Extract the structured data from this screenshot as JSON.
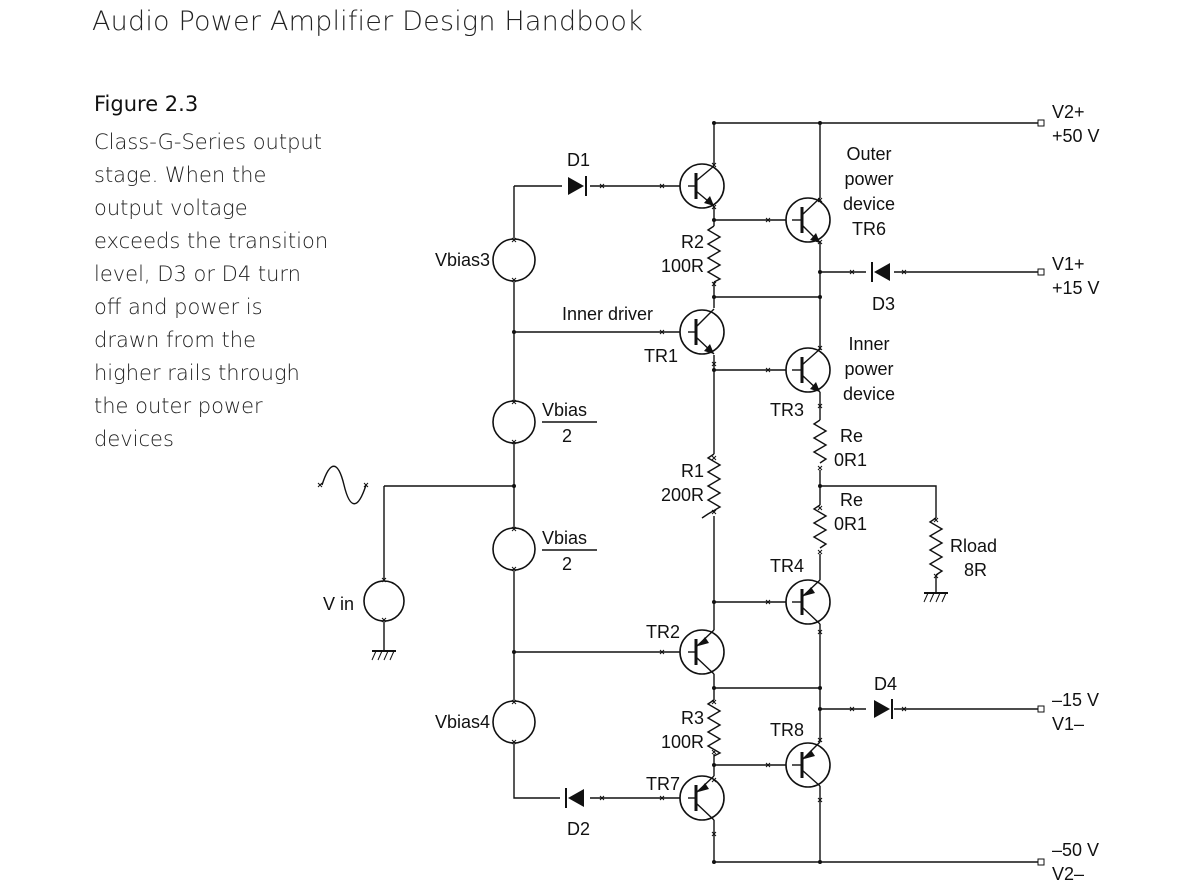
{
  "header": {
    "title": "Audio Power Amplifier Design Handbook"
  },
  "figure": {
    "label": "Figure 2.3",
    "caption_lines": [
      "Class-G-Series output",
      "stage. When the",
      "output voltage",
      "exceeds the transition",
      "level, D3 or D4 turn",
      "off and power is",
      "drawn from the",
      "higher rails through",
      "the outer power",
      "devices"
    ]
  },
  "diagram": {
    "rails": {
      "v2_plus": {
        "name": "V2+",
        "voltage": "+50 V"
      },
      "v1_plus": {
        "name": "V1+",
        "voltage": "+15 V"
      },
      "v1_minus": {
        "voltage": "–15 V",
        "name": "V1–"
      },
      "v2_minus": {
        "voltage": "–50 V",
        "name": "V2–"
      }
    },
    "diodes": {
      "d1": "D1",
      "d2": "D2",
      "d3": "D3",
      "d4": "D4"
    },
    "sources": {
      "vbias3": "Vbias3",
      "vbias4": "Vbias4",
      "vbias_half_top": {
        "num": "Vbias",
        "den": "2"
      },
      "vbias_half_bottom": {
        "num": "Vbias",
        "den": "2"
      },
      "vin": "V in"
    },
    "resistors": {
      "r2": {
        "name": "R2",
        "value": "100R"
      },
      "r1": {
        "name": "R1",
        "value": "200R"
      },
      "r3": {
        "name": "R3",
        "value": "100R"
      },
      "re_top": {
        "name": "Re",
        "value": "0R1"
      },
      "re_bottom": {
        "name": "Re",
        "value": "0R1"
      },
      "rload": {
        "name": "Rload",
        "value": "8R"
      }
    },
    "transistors": {
      "tr1": "TR1",
      "tr2": "TR2",
      "tr3": "TR3",
      "tr4": "TR4",
      "tr6": "TR6",
      "tr7": "TR7",
      "tr8": "TR8"
    },
    "annotations": {
      "inner_driver": "Inner driver",
      "outer_power": [
        "Outer",
        "power",
        "device"
      ],
      "inner_power": [
        "Inner",
        "power",
        "device"
      ]
    }
  }
}
